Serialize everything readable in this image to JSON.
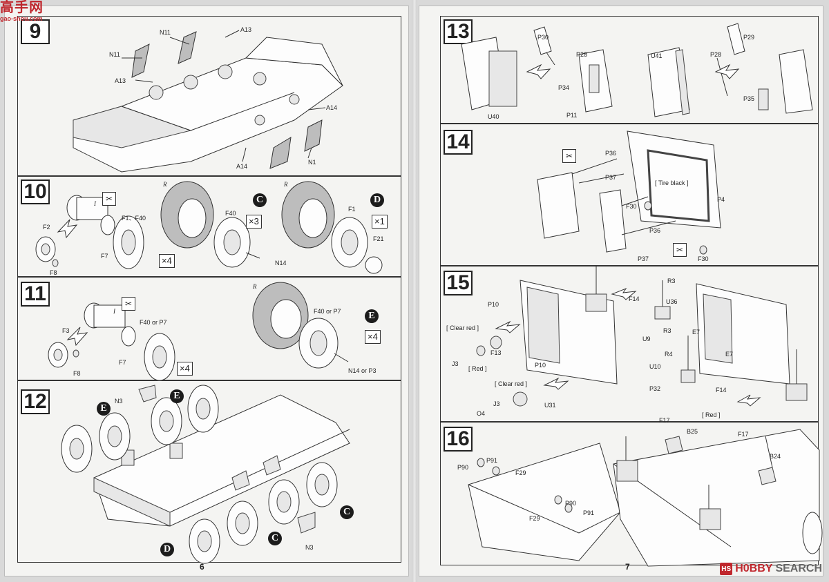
{
  "watermark_top": {
    "big": "高手网",
    "small": "gao-shou.com"
  },
  "watermark_bottom": {
    "mark": "HS",
    "brand": "H0BBY",
    "search": "SEARCH"
  },
  "left_page": {
    "number": "6",
    "steps": [
      {
        "num": "9",
        "labels": [
          "N11",
          "N11",
          "A13",
          "A13",
          "A14",
          "A14",
          "N1"
        ]
      },
      {
        "num": "10",
        "labels": [
          "F2",
          "F8",
          "F7",
          "F1、F40",
          "F40",
          "F1",
          "F21",
          "N14"
        ],
        "badges": [
          "C",
          "D"
        ],
        "mults": [
          "×4",
          "×3",
          "×1"
        ],
        "tire_marks": [
          "R",
          "R"
        ],
        "inner": "I"
      },
      {
        "num": "11",
        "labels": [
          "F3",
          "F8",
          "F7",
          "F40 or P7",
          "F40 or P7",
          "N14 or P3"
        ],
        "badges": [
          "E"
        ],
        "mults": [
          "×4",
          "×4"
        ],
        "tire_marks": [
          "R"
        ],
        "inner": "I"
      },
      {
        "num": "12",
        "labels": [
          "N3",
          "N3"
        ],
        "badges": [
          "E",
          "E",
          "C",
          "C",
          "D"
        ]
      }
    ]
  },
  "right_page": {
    "number": "7",
    "steps": [
      {
        "num": "13",
        "labels": [
          "P30",
          "P28",
          "U41",
          "P28",
          "P29",
          "P34",
          "P11",
          "U40",
          "P35"
        ]
      },
      {
        "num": "14",
        "labels": [
          "P36",
          "P37",
          "[ Tire black ]",
          "P4",
          "F30",
          "P36",
          "P37",
          "F30"
        ]
      },
      {
        "num": "15",
        "labels": [
          "P10",
          "[ Clear red ]",
          "F13",
          "J3",
          "[ Red ]",
          "P10",
          "[ Clear red ]",
          "J3",
          "O4",
          "U31",
          "R3",
          "F14",
          "U36",
          "U9",
          "R3",
          "E7",
          "R4",
          "E7",
          "U10",
          "P32",
          "F14",
          "[ Red ]"
        ]
      },
      {
        "num": "16",
        "labels": [
          "P90",
          "P91",
          "F29",
          "F29",
          "P90",
          "P91",
          "F17",
          "B25",
          "F17",
          "B24"
        ]
      }
    ]
  }
}
